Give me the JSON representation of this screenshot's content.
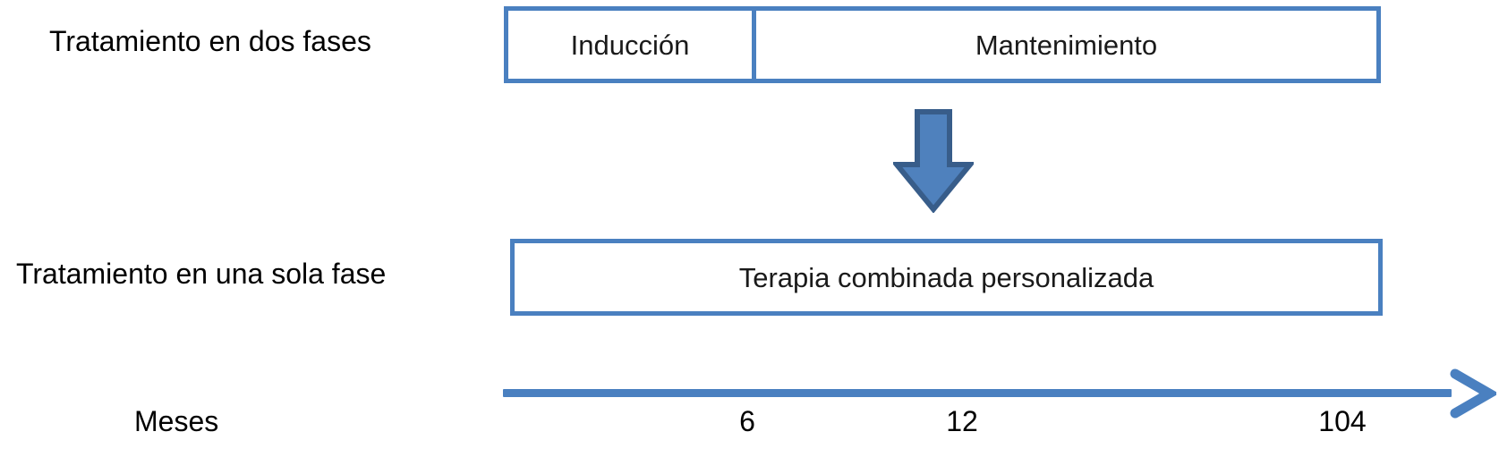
{
  "diagram": {
    "title_row_1": "Tratamiento en dos fases",
    "title_row_2": "Tratamiento en una sola fase",
    "phases_two": [
      {
        "label": "Inducción"
      },
      {
        "label": "Mantenimiento"
      }
    ],
    "phase_single": {
      "label": "Terapia combinada personalizada"
    },
    "transition_icon": "down-arrow-icon",
    "timeline": {
      "axis_label": "Meses",
      "arrow_icon": "right-arrow-icon",
      "ticks": [
        {
          "value": "6"
        },
        {
          "value": "12"
        },
        {
          "value": "104"
        }
      ]
    },
    "colors": {
      "accent_border": "#4A80C0",
      "arrow_fill": "#4F81BD",
      "arrow_stroke": "#385D8A",
      "text": "#000000",
      "background": "#FFFFFF"
    }
  }
}
